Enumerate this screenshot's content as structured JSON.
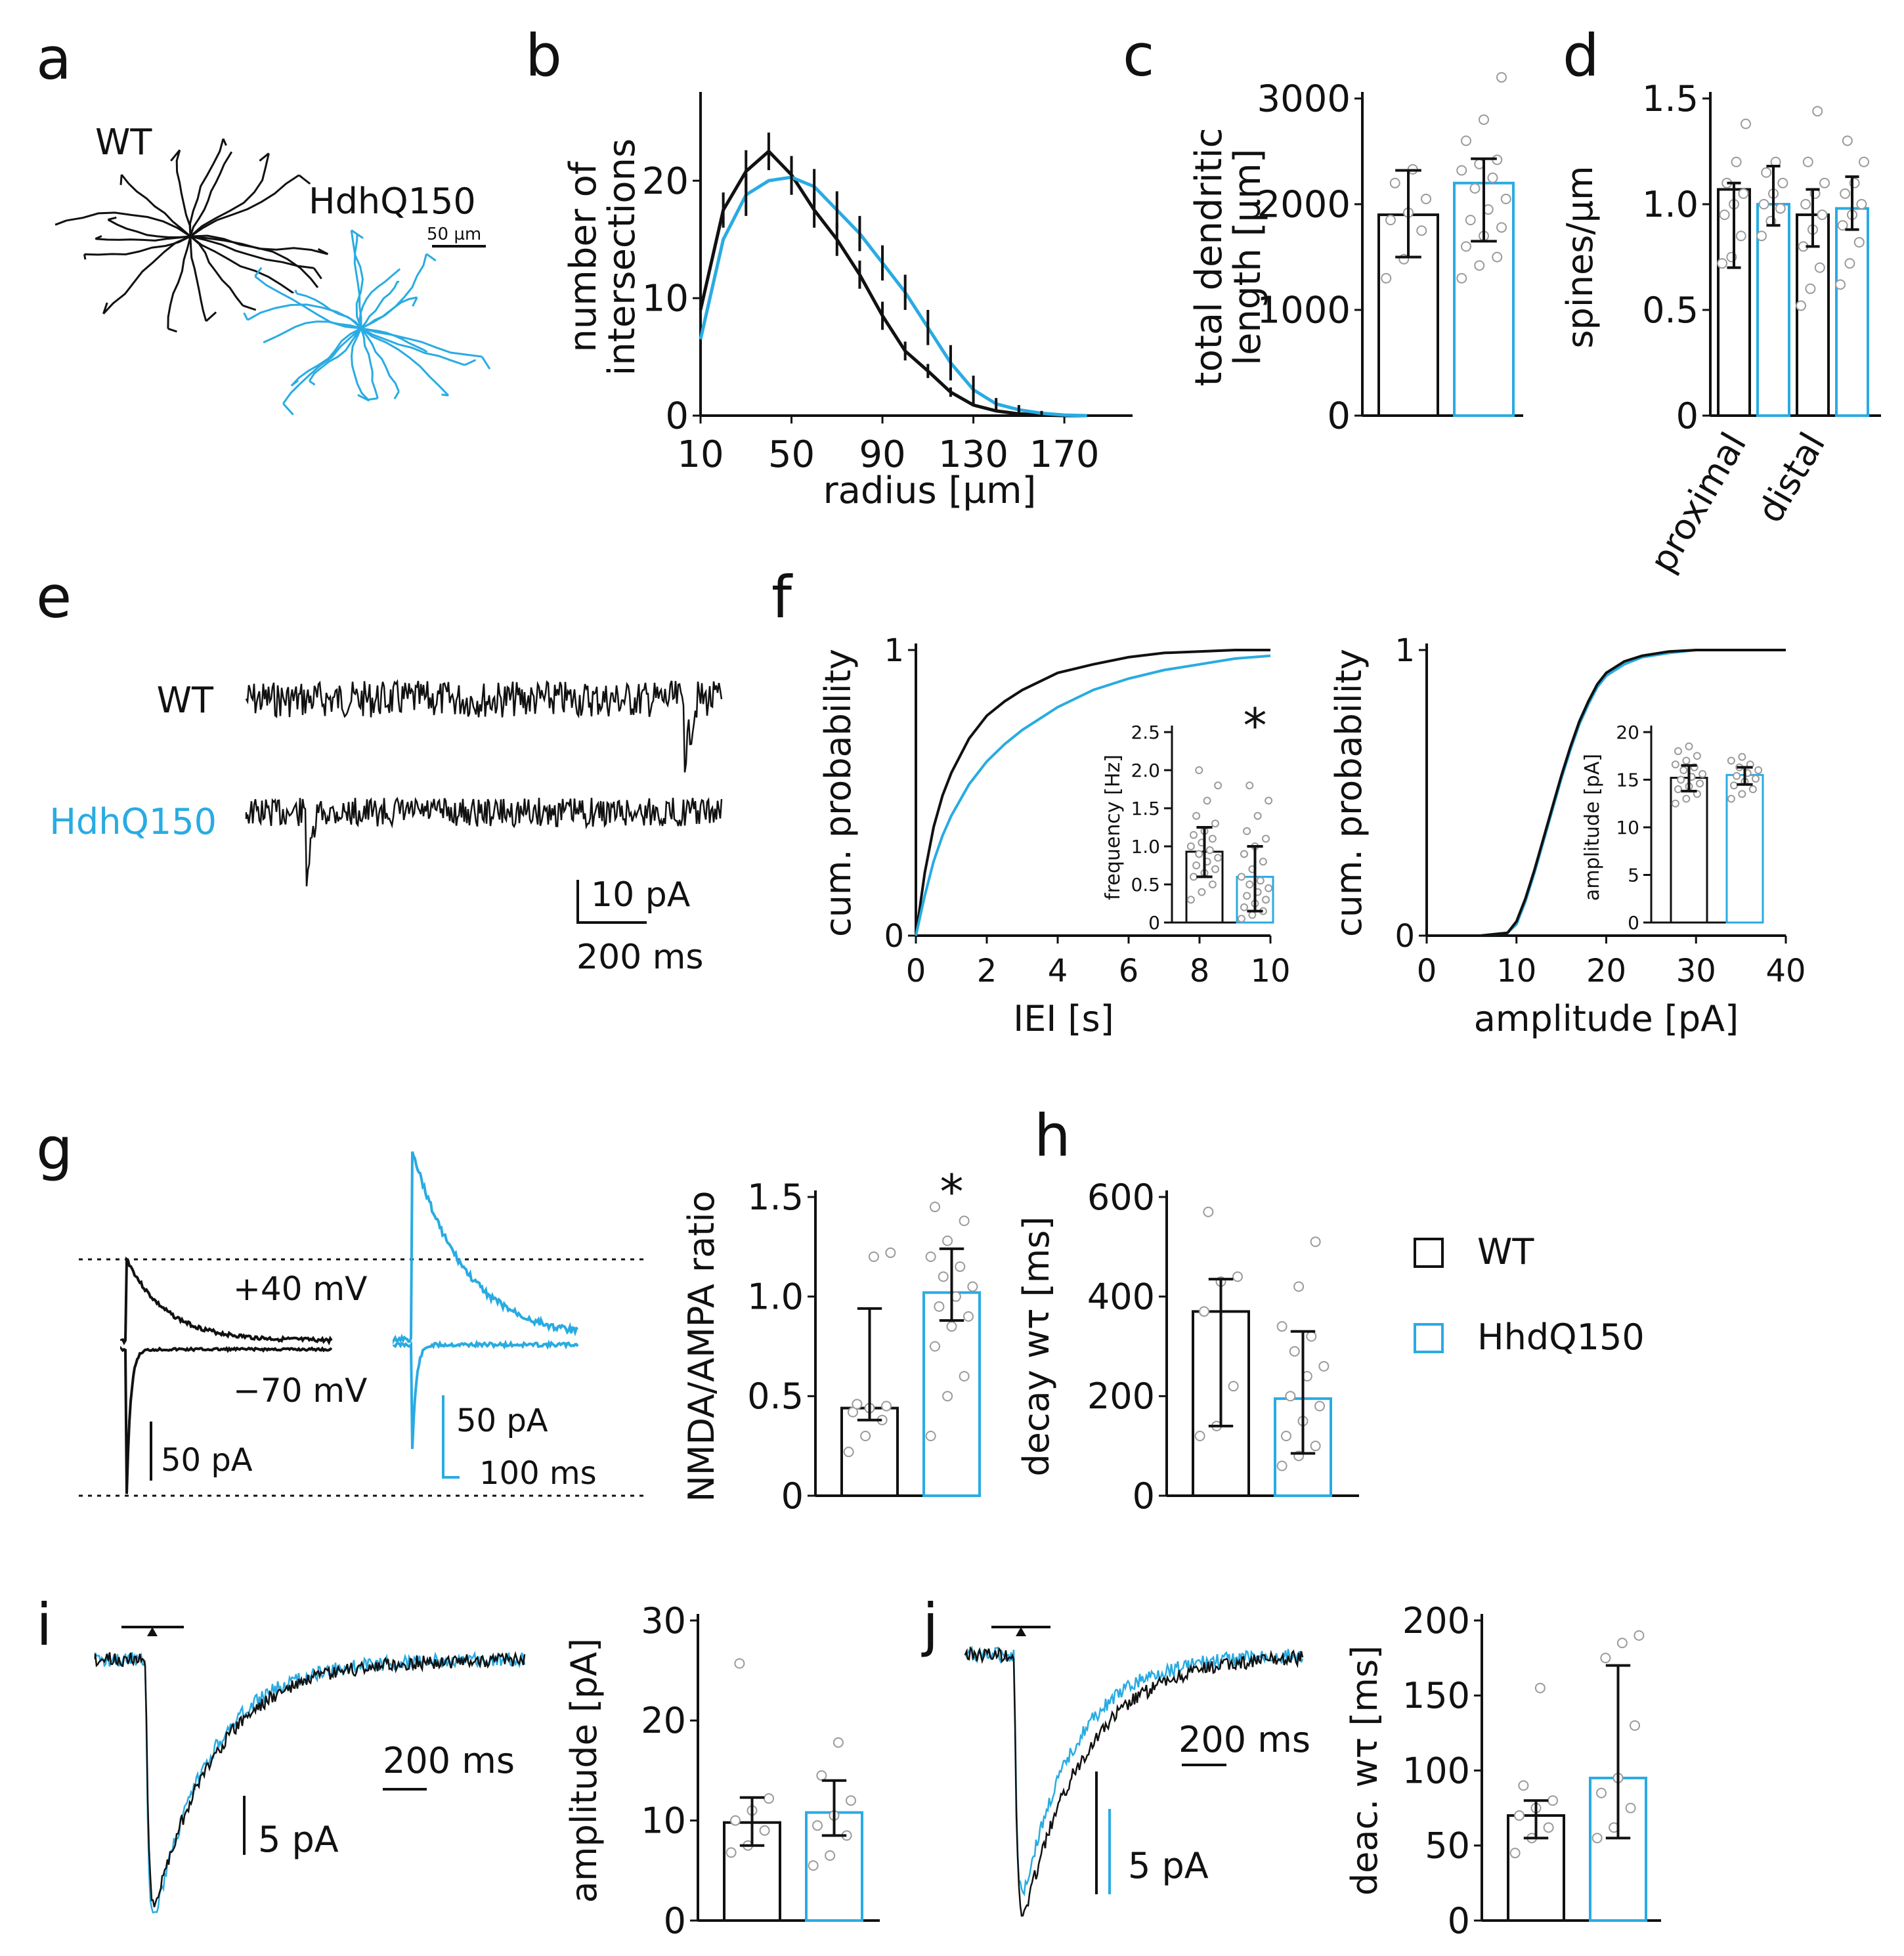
{
  "colors": {
    "wt": "#111111",
    "hdh": "#29abe2",
    "dots": "#9a9a9a"
  },
  "panels": {
    "a": {
      "letter": "a",
      "wt_label": "WT",
      "hdh_label": "HdhQ150",
      "scale_label": "50 µm"
    },
    "e": {
      "letter": "e",
      "wt_label": "WT",
      "hdh_label": "HdhQ150",
      "scale_y_label": "10 pA",
      "scale_x_label": "200 ms"
    },
    "g": {
      "letter": "g",
      "pos_label": "+40 mV",
      "neg_label": "−70 mV",
      "wt_scale": "50 pA",
      "hdh_scale_y": "50 pA",
      "hdh_scale_x": "100 ms"
    },
    "i": {
      "letter": "i",
      "scale_x": "200 ms",
      "scale_y": "5 pA"
    },
    "j": {
      "letter": "j",
      "scale_x": "200 ms",
      "scale_y": "5 pA"
    }
  },
  "legend": {
    "wt": "WT",
    "hdh": "HhdQ150"
  },
  "chart_data": [
    {
      "id": "b",
      "letter": "b",
      "type": "line",
      "xlabel": "radius [µm]",
      "ylabel_lines": [
        "number of",
        "intersections"
      ],
      "xlim": [
        10,
        200
      ],
      "ylim": [
        0,
        27
      ],
      "xticks": [
        10,
        50,
        90,
        130,
        170
      ],
      "yticks": [
        0,
        10,
        20
      ],
      "series": [
        {
          "color": "wt",
          "x": [
            10,
            20,
            30,
            40,
            50,
            60,
            70,
            80,
            90,
            100,
            110,
            120,
            130,
            140,
            150,
            160,
            170,
            180
          ],
          "y": [
            9,
            17.5,
            20.8,
            22.5,
            20.5,
            17.5,
            15,
            12,
            8.5,
            5.5,
            3.8,
            2.0,
            0.9,
            0.4,
            0.15,
            0.05,
            0,
            0
          ],
          "err": [
            0,
            1.5,
            1.8,
            1.6,
            1.6,
            1.5,
            1.4,
            1.2,
            1.2,
            0.8,
            0.6,
            0.4,
            0,
            0,
            0,
            0,
            0,
            0
          ]
        },
        {
          "color": "hdh",
          "x": [
            10,
            20,
            30,
            40,
            50,
            60,
            70,
            80,
            90,
            100,
            110,
            120,
            130,
            140,
            150,
            160,
            170,
            180
          ],
          "y": [
            6.5,
            15,
            18.8,
            20,
            20.3,
            19.5,
            17.5,
            15.5,
            13,
            10.5,
            7.5,
            4.5,
            2.2,
            1.0,
            0.5,
            0.2,
            0.05,
            0
          ],
          "err": [
            0,
            0,
            1.8,
            0,
            1.5,
            1.5,
            1.6,
            1.5,
            1.5,
            1.5,
            1.5,
            1.5,
            1.2,
            0.5,
            0.4,
            0.2,
            0,
            0
          ]
        }
      ]
    },
    {
      "id": "c",
      "letter": "c",
      "type": "bar",
      "ylabel_lines": [
        "total dendritic",
        "length [µm]"
      ],
      "ylim": [
        0,
        3000
      ],
      "yticks": [
        0,
        1000,
        2000,
        3000
      ],
      "bars": [
        {
          "color": "wt",
          "value": 1900,
          "err_low": 1500,
          "err_high": 2320,
          "points": [
            1300,
            1480,
            1750,
            1850,
            1920,
            2050,
            2200,
            2330
          ]
        },
        {
          "color": "hdh",
          "value": 2200,
          "err_low": 1650,
          "err_high": 2430,
          "points": [
            1300,
            1420,
            1500,
            1600,
            1700,
            1780,
            1850,
            1950,
            2050,
            2150,
            2250,
            2320,
            2380,
            2420,
            2600,
            2800,
            3200
          ]
        }
      ]
    },
    {
      "id": "d",
      "letter": "d",
      "type": "bar",
      "ylabel": "spines/µm",
      "ylim": [
        0,
        1.5
      ],
      "yticks": [
        0,
        0.5,
        1.0,
        1.5
      ],
      "ytick_labels": [
        "0",
        "0.5",
        "1.0",
        "1.5"
      ],
      "group_labels": [
        "proximal",
        "distal"
      ],
      "bars": [
        {
          "color": "wt",
          "value": 1.07,
          "err_low": 0.7,
          "err_high": 1.1,
          "points": [
            0.72,
            0.75,
            0.85,
            0.95,
            1.0,
            1.05,
            1.1,
            1.2,
            1.38
          ]
        },
        {
          "color": "hdh",
          "value": 1.0,
          "err_low": 0.9,
          "err_high": 1.18,
          "points": [
            0.85,
            0.92,
            0.98,
            1.0,
            1.05,
            1.1,
            1.15,
            1.2
          ]
        },
        {
          "color": "wt",
          "value": 0.95,
          "err_low": 0.8,
          "err_high": 1.07,
          "points": [
            0.52,
            0.6,
            0.7,
            0.8,
            0.88,
            0.95,
            1.0,
            1.05,
            1.1,
            1.2,
            1.44
          ]
        },
        {
          "color": "hdh",
          "value": 0.98,
          "err_low": 0.88,
          "err_high": 1.13,
          "points": [
            0.62,
            0.72,
            0.82,
            0.9,
            0.95,
            1.0,
            1.05,
            1.1,
            1.2,
            1.3
          ]
        }
      ]
    },
    {
      "id": "f1",
      "letter": "f",
      "type": "line",
      "xlabel": "IEI [s]",
      "ylabel": "cum. probability",
      "xlim": [
        0,
        10
      ],
      "ylim": [
        0,
        1
      ],
      "xticks": [
        0,
        2,
        4,
        6,
        8,
        10
      ],
      "yticks": [
        0,
        1
      ],
      "series": [
        {
          "color": "wt",
          "x": [
            0,
            0.25,
            0.5,
            0.75,
            1,
            1.5,
            2,
            2.5,
            3,
            4,
            5,
            6,
            7,
            8,
            9,
            10
          ],
          "y": [
            0,
            0.22,
            0.38,
            0.49,
            0.57,
            0.69,
            0.77,
            0.82,
            0.86,
            0.92,
            0.95,
            0.975,
            0.99,
            0.995,
            1,
            1
          ]
        },
        {
          "color": "hdh",
          "x": [
            0,
            0.25,
            0.5,
            0.75,
            1,
            1.5,
            2,
            2.5,
            3,
            4,
            5,
            6,
            7,
            8,
            9,
            10
          ],
          "y": [
            0,
            0.14,
            0.26,
            0.35,
            0.42,
            0.53,
            0.61,
            0.67,
            0.72,
            0.8,
            0.86,
            0.9,
            0.93,
            0.95,
            0.97,
            0.98
          ]
        }
      ]
    },
    {
      "id": "f1inset",
      "type": "bar",
      "ylabel": "frequency [Hz]",
      "annotation": "*",
      "ylim": [
        0,
        2.5
      ],
      "yticks": [
        0,
        0.5,
        1.0,
        1.5,
        2.0,
        2.5
      ],
      "ytick_labels": [
        "0",
        "0.5",
        "1.0",
        "1.5",
        "2.0",
        "2.5"
      ],
      "bars": [
        {
          "color": "wt",
          "value": 0.93,
          "err_low": 0.6,
          "err_high": 1.25,
          "points": [
            0.3,
            0.4,
            0.5,
            0.6,
            0.65,
            0.7,
            0.75,
            0.8,
            0.85,
            0.9,
            0.95,
            1.0,
            1.05,
            1.1,
            1.15,
            1.2,
            1.3,
            1.4,
            1.6,
            1.8,
            2.0
          ]
        },
        {
          "color": "hdh",
          "value": 0.6,
          "err_low": 0.15,
          "err_high": 1.0,
          "points": [
            0.05,
            0.1,
            0.15,
            0.2,
            0.25,
            0.3,
            0.35,
            0.4,
            0.45,
            0.5,
            0.55,
            0.6,
            0.7,
            0.8,
            0.9,
            1.0,
            1.1,
            1.2,
            1.4,
            1.6,
            1.8
          ]
        }
      ]
    },
    {
      "id": "f2",
      "type": "line",
      "xlabel": "amplitude [pA]",
      "ylabel": "cum. probability",
      "xlim": [
        0,
        40
      ],
      "ylim": [
        0,
        1
      ],
      "xticks": [
        0,
        10,
        20,
        30,
        40
      ],
      "yticks": [
        0,
        1
      ],
      "series": [
        {
          "color": "hdh",
          "x": [
            6,
            9,
            10,
            11,
            12,
            13,
            14,
            15,
            16,
            17,
            18,
            19,
            20,
            22,
            24,
            27,
            30,
            35,
            40
          ],
          "y": [
            0,
            0.01,
            0.04,
            0.12,
            0.22,
            0.33,
            0.44,
            0.55,
            0.65,
            0.74,
            0.81,
            0.87,
            0.91,
            0.95,
            0.975,
            0.99,
            1,
            1,
            1
          ]
        },
        {
          "color": "wt",
          "x": [
            6,
            9,
            10,
            11,
            12,
            13,
            14,
            15,
            16,
            17,
            18,
            19,
            20,
            22,
            24,
            27,
            30,
            35,
            40
          ],
          "y": [
            0,
            0.01,
            0.05,
            0.13,
            0.23,
            0.34,
            0.45,
            0.56,
            0.66,
            0.75,
            0.82,
            0.88,
            0.92,
            0.96,
            0.98,
            0.995,
            1,
            1,
            1
          ]
        }
      ]
    },
    {
      "id": "f2inset",
      "type": "bar",
      "ylabel": "amplitude [pA]",
      "ylim": [
        0,
        20
      ],
      "yticks": [
        0,
        5,
        10,
        15,
        20
      ],
      "bars": [
        {
          "color": "wt",
          "value": 15.2,
          "err_low": 13.8,
          "err_high": 16.5,
          "points": [
            12.5,
            13,
            13.5,
            14,
            14.3,
            14.6,
            15,
            15.3,
            15.6,
            16,
            16.3,
            16.6,
            17,
            17.5,
            18,
            18.5
          ]
        },
        {
          "color": "hdh",
          "value": 15.5,
          "err_low": 14.5,
          "err_high": 16.3,
          "points": [
            13,
            13.5,
            14,
            14.4,
            14.8,
            15.1,
            15.4,
            15.7,
            16,
            16.3,
            16.6,
            17,
            17.4
          ]
        }
      ]
    },
    {
      "id": "g",
      "type": "bar",
      "ylabel": "NMDA/AMPA ratio",
      "annotation": "*",
      "ylim": [
        0,
        1.5
      ],
      "yticks": [
        0,
        0.5,
        1.0,
        1.5
      ],
      "ytick_labels": [
        "0",
        "0.5",
        "1.0",
        "1.5"
      ],
      "bars": [
        {
          "color": "wt",
          "value": 0.44,
          "err_low": 0.38,
          "err_high": 0.94,
          "points": [
            0.22,
            0.3,
            0.38,
            0.42,
            0.44,
            0.45,
            0.46,
            1.2,
            1.22
          ]
        },
        {
          "color": "hdh",
          "value": 1.02,
          "err_low": 0.88,
          "err_high": 1.24,
          "points": [
            0.3,
            0.5,
            0.6,
            0.75,
            0.85,
            0.9,
            0.95,
            1.0,
            1.05,
            1.1,
            1.15,
            1.2,
            1.28,
            1.38,
            1.45
          ]
        }
      ]
    },
    {
      "id": "h",
      "letter": "h",
      "type": "bar",
      "ylabel": "decay wτ [ms]",
      "ylim": [
        0,
        600
      ],
      "yticks": [
        0,
        200,
        400,
        600
      ],
      "bars": [
        {
          "color": "wt",
          "value": 370,
          "err_low": 140,
          "err_high": 435,
          "points": [
            120,
            140,
            220,
            370,
            430,
            440,
            570
          ]
        },
        {
          "color": "hdh",
          "value": 195,
          "err_low": 85,
          "err_high": 330,
          "points": [
            60,
            80,
            100,
            120,
            150,
            180,
            200,
            240,
            260,
            290,
            320,
            340,
            420,
            510
          ]
        }
      ]
    },
    {
      "id": "i",
      "type": "bar",
      "ylabel": "amplitude [pA]",
      "ylim": [
        0,
        30
      ],
      "yticks": [
        0,
        10,
        20,
        30
      ],
      "bars": [
        {
          "color": "wt",
          "value": 9.8,
          "err_low": 7.5,
          "err_high": 12.3,
          "points": [
            6.8,
            7.5,
            9,
            10,
            11,
            12.2,
            25.7
          ]
        },
        {
          "color": "hdh",
          "value": 10.8,
          "err_low": 8.5,
          "err_high": 14,
          "points": [
            5.5,
            6.5,
            8.5,
            9.5,
            10.5,
            12,
            14.5,
            17.8
          ]
        }
      ]
    },
    {
      "id": "j",
      "type": "bar",
      "ylabel": "deac. wτ [ms]",
      "ylim": [
        0,
        200
      ],
      "yticks": [
        0,
        50,
        100,
        150,
        200
      ],
      "bars": [
        {
          "color": "wt",
          "value": 70,
          "err_low": 55,
          "err_high": 80,
          "points": [
            45,
            55,
            62,
            70,
            75,
            80,
            90,
            155
          ]
        },
        {
          "color": "hdh",
          "value": 95,
          "err_low": 55,
          "err_high": 170,
          "points": [
            55,
            62,
            75,
            85,
            95,
            130,
            175,
            185,
            190
          ]
        }
      ]
    }
  ]
}
